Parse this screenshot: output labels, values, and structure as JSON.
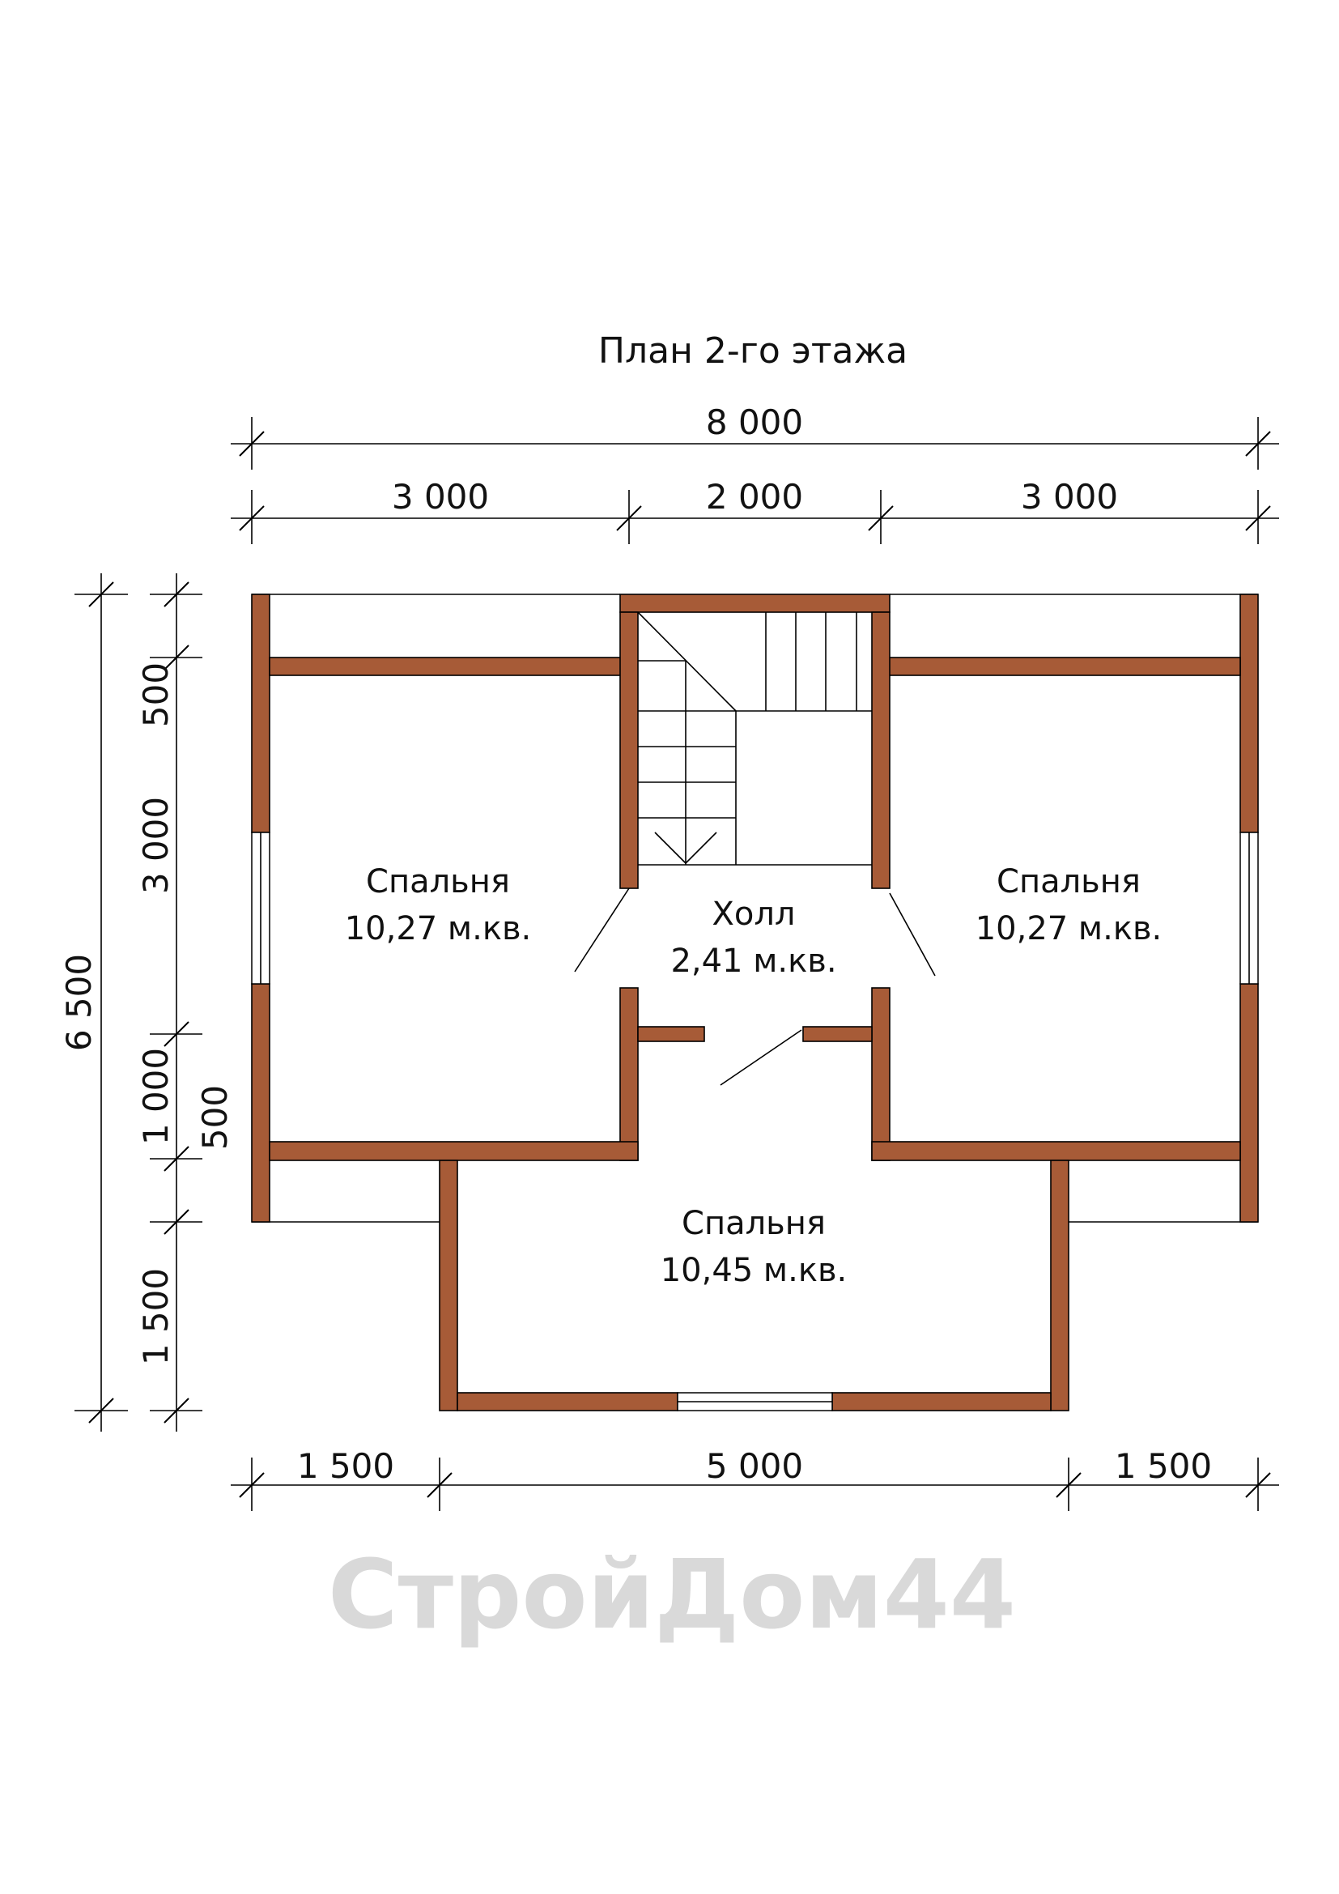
{
  "title": "План 2-го этажа",
  "watermark": "СтройДом44",
  "colors": {
    "wall": "#A75B37",
    "watermark": "#d9d9d9"
  },
  "dimensions": {
    "top_total": "8 000",
    "top": [
      "3 000",
      "2 000",
      "3 000"
    ],
    "bottom": [
      "1 500",
      "5 000",
      "1 500"
    ],
    "left_total": "6 500",
    "left": [
      "500",
      "3 000",
      "1 000",
      "500",
      "1 500"
    ]
  },
  "rooms": [
    {
      "name": "Спальня",
      "area": "10,27 м.кв."
    },
    {
      "name": "Спальня",
      "area": "10,27 м.кв."
    },
    {
      "name": "Холл",
      "area": "2,41 м.кв."
    },
    {
      "name": "Спальня",
      "area": "10,45 м.кв."
    }
  ]
}
